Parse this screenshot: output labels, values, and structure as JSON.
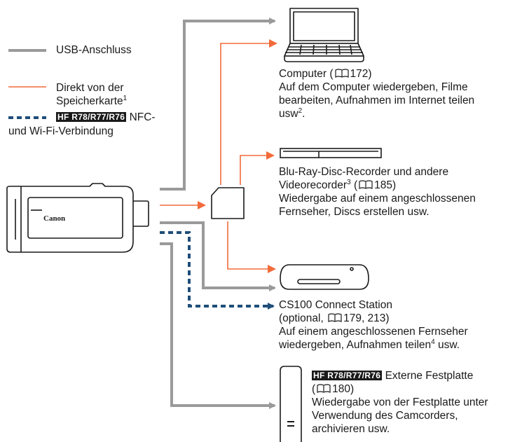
{
  "legend": {
    "usb": "USB-Anschluss",
    "direct_line1": "Direkt von der",
    "direct_line2": "Speicherkarte",
    "direct_sup": "1",
    "model_badge": "HF R78/R77/R76",
    "nfc_line1": "NFC-",
    "nfc_line2": "und Wi-Fi-Verbindung"
  },
  "camera": {
    "brand": "Canon"
  },
  "devices": {
    "computer": {
      "title": "Computer (",
      "page": "172)",
      "desc_line1": "Auf dem Computer wiedergeben, Filme",
      "desc_line2": "bearbeiten, Aufnahmen im Internet teilen",
      "desc_line3": "usw",
      "desc_sup": "2",
      "desc_end": "."
    },
    "recorder": {
      "title_line1": "Blu-Ray-Disc-Recorder und andere",
      "title_line2": "Videorecorder",
      "title_sup": "3",
      "page_open": " (",
      "page": "185)",
      "desc_line1": "Wiedergabe auf einem angeschlossenen",
      "desc_line2": "Fernseher, Discs erstellen usw."
    },
    "station": {
      "title": "CS100 Connect Station",
      "pages_open": "(optional,",
      "pages": "179, 213)",
      "desc_line1": "Auf einem angeschlossenen Fernseher",
      "desc_line2": "wiedergeben, Aufnahmen teilen",
      "desc_sup": "4",
      "desc_end": " usw."
    },
    "hdd": {
      "model_badge": "HF R78/R77/R76",
      "title": "Externe Festplatte",
      "page_open": "(",
      "page": "180)",
      "desc_line1": "Wiedergabe von der Festplatte unter",
      "desc_line2": "Verwendung des Camcorders,",
      "desc_line3": "archivieren usw."
    }
  },
  "colors": {
    "usb": "#9a9a9a",
    "direct": "#f26b3a",
    "wifi": "#1f4e79"
  }
}
